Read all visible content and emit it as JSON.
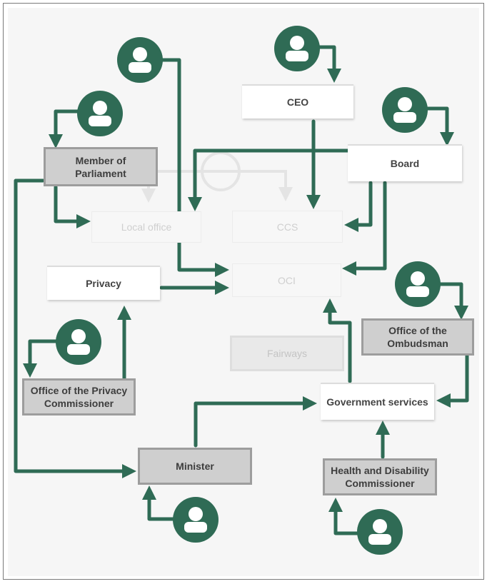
{
  "boxes": {
    "ceo": "CEO",
    "board": "Board",
    "member_of_parliament": "Member of\nParliament",
    "local_office": "Local office",
    "ccs": "CCS",
    "privacy": "Privacy",
    "oci": "OCI",
    "office_of_the_ombudsman": "Office of the\nOmbudsman",
    "fairways": "Fairways",
    "office_of_the_privacy_commissioner": "Office of the Privacy\nCommissioner",
    "government_services": "Government services",
    "minister": "Minister",
    "health_and_disability_commissioner": "Health and Disability\nCommissioner"
  },
  "colors": {
    "arrow": "#2f6b55",
    "person": "#2f6b55",
    "grey_box_fill": "#cfcfcf",
    "grey_box_border": "#9d9d9d",
    "faded_text": "#cfcfcf",
    "background": "#f6f6f6"
  },
  "icons": {
    "person": "person-silhouette-icon"
  }
}
